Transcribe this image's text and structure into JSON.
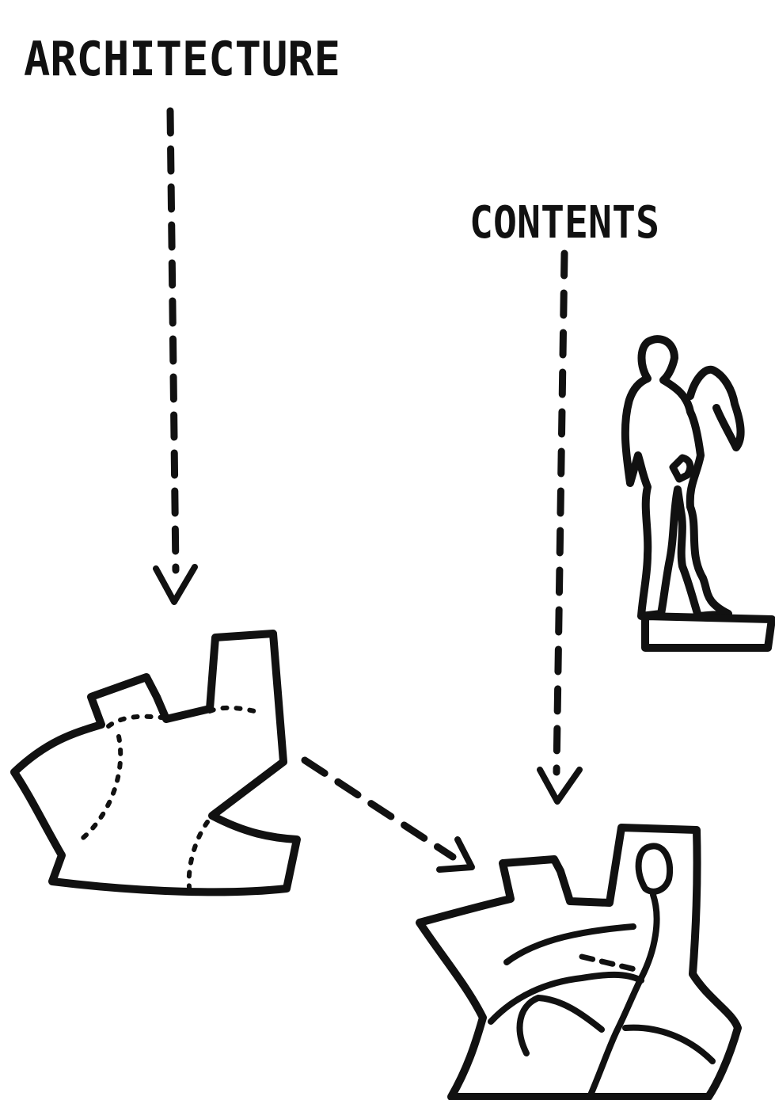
{
  "labels": {
    "architecture": "ARCHITECTURE",
    "contents": "CONTENTS"
  },
  "icons": {
    "building": "building-plan-sketch",
    "statue": "standing-figure-on-plinth",
    "combined": "building-with-reclining-figure"
  },
  "colors": {
    "ink": "#111111",
    "paper": "#ffffff"
  }
}
